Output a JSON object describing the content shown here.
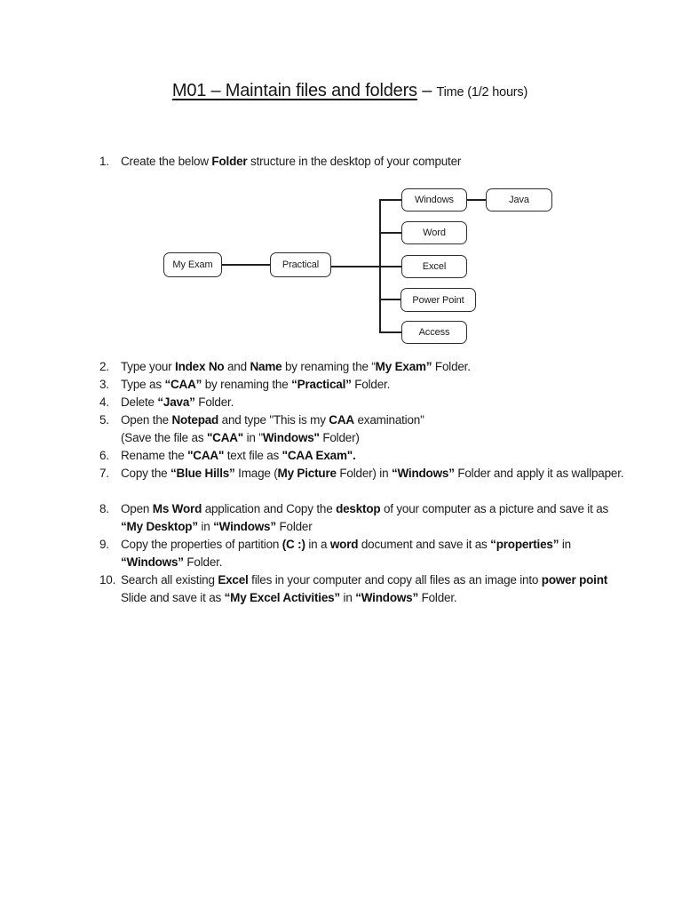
{
  "title": {
    "main": "M01 – Maintain files and folders",
    "dash": " – ",
    "suffix": "Time (1/2 hours)"
  },
  "diagram": {
    "nodes": [
      {
        "id": "my-exam",
        "label": "My Exam"
      },
      {
        "id": "practical",
        "label": "Practical"
      },
      {
        "id": "windows",
        "label": "Windows"
      },
      {
        "id": "java",
        "label": "Java"
      },
      {
        "id": "word",
        "label": "Word"
      },
      {
        "id": "excel",
        "label": "Excel"
      },
      {
        "id": "power-point",
        "label": "Power Point"
      },
      {
        "id": "access",
        "label": "Access"
      }
    ],
    "edges": [
      [
        "my-exam",
        "practical"
      ],
      [
        "practical",
        "windows"
      ],
      [
        "practical",
        "word"
      ],
      [
        "practical",
        "excel"
      ],
      [
        "practical",
        "power-point"
      ],
      [
        "practical",
        "access"
      ],
      [
        "windows",
        "java"
      ]
    ]
  },
  "instructions": [
    {
      "number": "1.",
      "lines": [
        [
          {
            "t": "Create the below "
          },
          {
            "t": "Folder",
            "b": true
          },
          {
            "t": " structure in the desktop of your computer"
          }
        ]
      ]
    },
    {
      "number": "2.",
      "lines": [
        [
          {
            "t": "Type your "
          },
          {
            "t": "Index No",
            "b": true
          },
          {
            "t": " and "
          },
          {
            "t": "Name",
            "b": true
          },
          {
            "t": " by renaming the “"
          },
          {
            "t": "My Exam”",
            "b": true
          },
          {
            "t": " Folder."
          }
        ]
      ]
    },
    {
      "number": "3.",
      "lines": [
        [
          {
            "t": "Type as "
          },
          {
            "t": "“CAA”",
            "b": true
          },
          {
            "t": " by renaming the "
          },
          {
            "t": "“Practical”",
            "b": true
          },
          {
            "t": " Folder."
          }
        ]
      ]
    },
    {
      "number": "4.",
      "lines": [
        [
          {
            "t": "Delete "
          },
          {
            "t": "“Java”",
            "b": true
          },
          {
            "t": " Folder."
          }
        ]
      ]
    },
    {
      "number": "5.",
      "lines": [
        [
          {
            "t": "Open the "
          },
          {
            "t": "Notepad",
            "b": true
          },
          {
            "t": " and type \"This is my "
          },
          {
            "t": "CAA",
            "b": true
          },
          {
            "t": " examination\""
          }
        ],
        [
          {
            "t": "(Save the file as "
          },
          {
            "t": "\"CAA\"",
            "b": true
          },
          {
            "t": " in \""
          },
          {
            "t": "Windows\"",
            "b": true
          },
          {
            "t": " Folder)"
          }
        ]
      ]
    },
    {
      "number": "6.",
      "lines": [
        [
          {
            "t": "Rename the "
          },
          {
            "t": "\"CAA\"",
            "b": true
          },
          {
            "t": " text file as "
          },
          {
            "t": "\"CAA Exam\".",
            "b": true
          }
        ]
      ]
    },
    {
      "number": "7.",
      "lines": [
        [
          {
            "t": "Copy the "
          },
          {
            "t": "“Blue Hills”",
            "b": true
          },
          {
            "t": " Image ("
          },
          {
            "t": "My Picture",
            "b": true
          },
          {
            "t": " Folder) in "
          },
          {
            "t": "“Windows”",
            "b": true
          },
          {
            "t": " Folder and apply it as wallpaper."
          }
        ]
      ]
    },
    {
      "number": "8.",
      "lines": [
        [
          {
            "t": "Open "
          },
          {
            "t": "Ms Word",
            "b": true
          },
          {
            "t": " application and Copy the "
          },
          {
            "t": "desktop",
            "b": true
          },
          {
            "t": " of your computer as a picture and save it as"
          }
        ],
        [
          {
            "t": "“My Desktop”",
            "b": true
          },
          {
            "t": " in "
          },
          {
            "t": "“Windows”",
            "b": true
          },
          {
            "t": " Folder"
          }
        ]
      ]
    },
    {
      "number": "9.",
      "lines": [
        [
          {
            "t": "Copy the properties of partition "
          },
          {
            "t": "(C :)",
            "b": true
          },
          {
            "t": " in a "
          },
          {
            "t": "word",
            "b": true
          },
          {
            "t": " document and save it as "
          },
          {
            "t": "“properties”",
            "b": true
          },
          {
            "t": " in"
          }
        ],
        [
          {
            "t": "“Windows”",
            "b": true
          },
          {
            "t": " Folder."
          }
        ]
      ]
    },
    {
      "number": "10.",
      "lines": [
        [
          {
            "t": "Search all existing "
          },
          {
            "t": "Excel",
            "b": true
          },
          {
            "t": " files in your computer and copy all files as an image into "
          },
          {
            "t": "power point",
            "b": true
          }
        ],
        [
          {
            "t": "Slide and save it as "
          },
          {
            "t": "“My Excel Activities”",
            "b": true
          },
          {
            "t": " in "
          },
          {
            "t": "“Windows”",
            "b": true
          },
          {
            "t": " Folder."
          }
        ]
      ]
    }
  ]
}
